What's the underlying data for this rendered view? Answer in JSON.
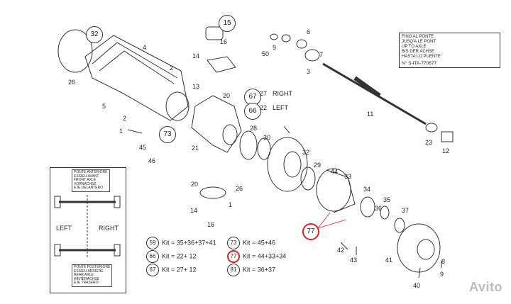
{
  "callouts_circled": [
    "32",
    "15",
    "67",
    "66",
    "73",
    "77"
  ],
  "labels": {
    "l1": "1",
    "l2": "2",
    "l3": "3",
    "l4": "4",
    "l5": "5",
    "l6": "6",
    "l7": "7",
    "l8": "8",
    "l9": "9",
    "l11": "11",
    "l12": "12",
    "l13": "13",
    "l14": "14",
    "l16": "16",
    "l20": "20",
    "l20b": "20",
    "l21": "21",
    "l23": "23",
    "l26": "26",
    "l28": "28",
    "l29": "29",
    "l30": "30",
    "l32": "32",
    "l33": "33",
    "l34": "34",
    "l35": "35",
    "l36": "36",
    "l37": "37",
    "l40": "40",
    "l41": "41",
    "l42": "42",
    "l43": "43",
    "l44": "44",
    "l45": "45",
    "l46": "46",
    "l50": "50",
    "l14b": "14",
    "l16b": "16",
    "l2b": "2",
    "l26b": "26",
    "l1b": "1"
  },
  "side_labels": {
    "right": "RIGHT",
    "left": "LEFT",
    "s27": "27",
    "s22": "22"
  },
  "kits": [
    {
      "id": "59",
      "text": "Kit = 35+36+37+41",
      "highlight": false
    },
    {
      "id": "66",
      "text": "Kit = 22+ 12",
      "highlight": false
    },
    {
      "id": "67",
      "text": "Kit = 27+ 12",
      "highlight": false
    },
    {
      "id": "73",
      "text": "Kit = 45+46",
      "highlight": false
    },
    {
      "id": "77",
      "text": "Kit = 44+33+34",
      "highlight": true
    },
    {
      "id": "81",
      "text": "Kit = 36+37",
      "highlight": false
    }
  ],
  "warning_box": {
    "lines": [
      "FINO AL PONTE",
      "JUSQ'A LE PONT",
      "UP TO AXLE",
      "BIS DER ACHSE",
      "HASTA LO PUENTE"
    ],
    "ref": "N° S-ITA-770677"
  },
  "inset": {
    "front_title": "PONTE ANTERIORE\nESSIEU AVANT\nFRONT AXLE\nVORNACHSE\nEJE DELANTERO",
    "rear_title": "PONTE POSTERIORE\nESSIEU ARRIERE\nREAR AXLE\nHINTERACHSE\nEJE TRASERO",
    "left": "LEFT",
    "right": "RIGHT"
  },
  "watermark": "Avito",
  "colors": {
    "highlight": "#d22",
    "line": "#333"
  }
}
